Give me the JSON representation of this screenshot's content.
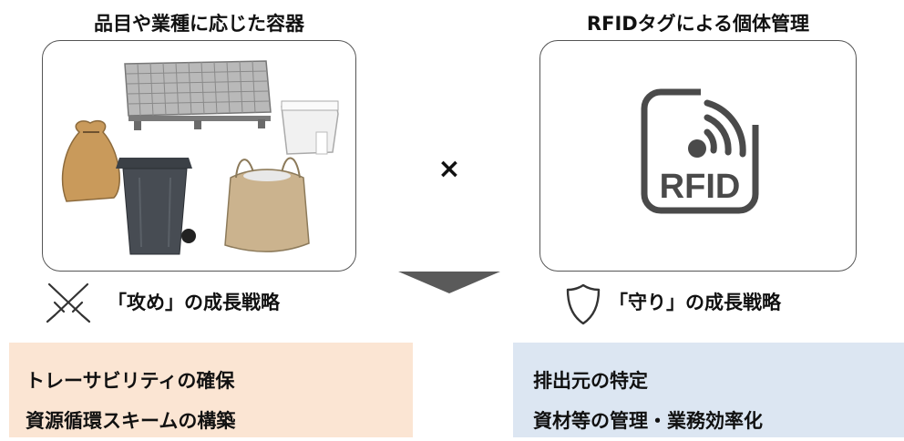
{
  "left": {
    "heading": "品目や業種に応じた容器",
    "strategy": "「攻め」の成長戦略",
    "results": [
      "トレーサビリティの確保",
      "資源循環スキームの構築"
    ]
  },
  "right": {
    "heading": "RFIDタグによる個体管理",
    "logo_text": "RFID",
    "strategy": "「守り」の成長戦略",
    "results": [
      "排出元の特定",
      "資材等の管理・業務効率化"
    ]
  },
  "operator": "×",
  "colors": {
    "left_box": "#fbe5d3",
    "right_box": "#dce6f2",
    "arrow": "#5a5a5a",
    "icon": "#4a4a4a"
  }
}
